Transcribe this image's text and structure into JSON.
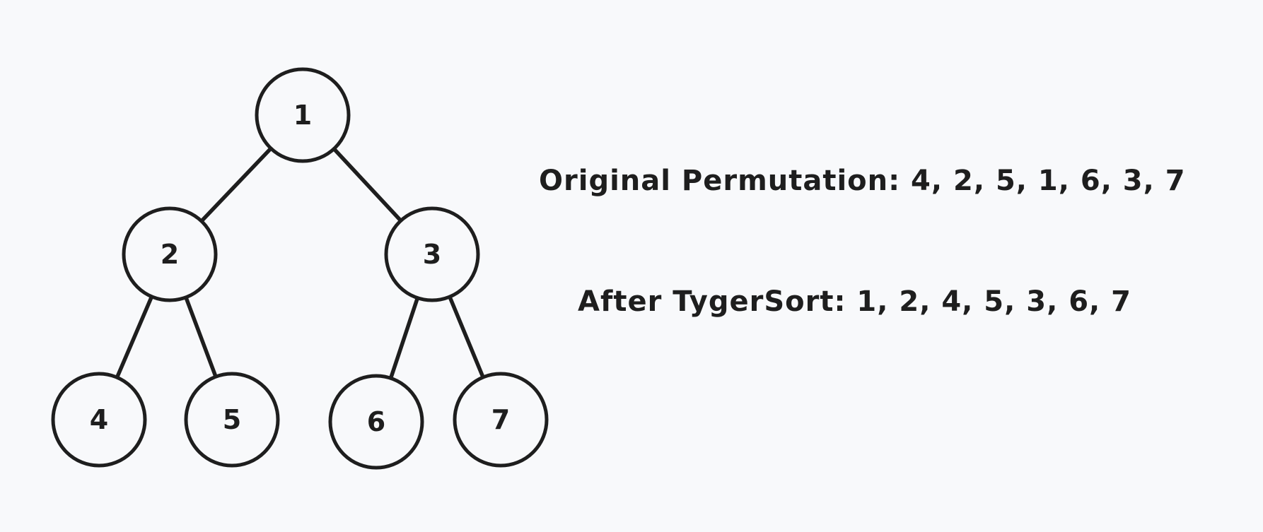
{
  "tree": {
    "nodes": [
      {
        "id": "n1",
        "label": "1"
      },
      {
        "id": "n2",
        "label": "2"
      },
      {
        "id": "n3",
        "label": "3"
      },
      {
        "id": "n4",
        "label": "4"
      },
      {
        "id": "n5",
        "label": "5"
      },
      {
        "id": "n6",
        "label": "6"
      },
      {
        "id": "n7",
        "label": "7"
      }
    ],
    "edges": [
      {
        "from": "n1",
        "to": "n2"
      },
      {
        "from": "n1",
        "to": "n3"
      },
      {
        "from": "n2",
        "to": "n4"
      },
      {
        "from": "n2",
        "to": "n5"
      },
      {
        "from": "n3",
        "to": "n6"
      },
      {
        "from": "n3",
        "to": "n7"
      }
    ]
  },
  "captions": {
    "original": "Original Permutation: 4, 2, 5, 1, 6, 3, 7",
    "after": "After TygerSort: 1, 2, 4, 5, 3, 6, 7"
  }
}
